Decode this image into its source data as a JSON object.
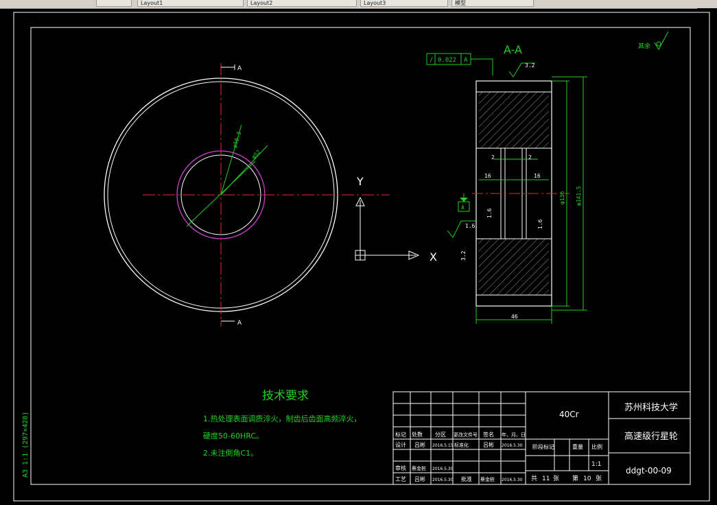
{
  "tabs": [
    "",
    "Layout1",
    "Layout2",
    "Layout3",
    "模型"
  ],
  "section_label": "A-A",
  "section_marks": {
    "top": "A",
    "bottom": "A"
  },
  "tolerance": {
    "symbol": "/",
    "value": "0.022",
    "datum": "A"
  },
  "datum_label": "A",
  "roughness": {
    "top": "3.2",
    "left": "1.6",
    "inner_left": "1.6",
    "inner_right": "1.6",
    "bottom_left": "3.2",
    "other_label": "其余"
  },
  "dims": {
    "d_inner": "φ50.3",
    "d_outer": "φ52",
    "slot_w1": "2",
    "slot_w2": "2",
    "len_left": "16",
    "len_right": "16",
    "d_mid": "φ136",
    "d_max": "φ141.5",
    "width": "46"
  },
  "ucs": {
    "x": "X",
    "y": "Y"
  },
  "requirements": {
    "title": "技术要求",
    "line1": "1.热处理表面调质淬火，制齿后齿面高频淬火，",
    "line2": "硬度50-60HRC。",
    "line3": "2.未注倒角C1。"
  },
  "side_label": "A3 1:1 (297×420)",
  "title_block": {
    "material": "40Cr",
    "university": "苏州科技大学",
    "part_name": "高速级行星轮",
    "drawing_no": "ddgt-00-09",
    "row_headers": [
      "标记",
      "处数",
      "分区",
      "更改文件号",
      "签名",
      "年、月、日"
    ],
    "design_row": [
      "设计",
      "吕彬",
      "2016.5.15",
      "标准化",
      "吕彬",
      "2016.5.30"
    ],
    "review_row": [
      "审核",
      "蔡金桩",
      "2016.5.30"
    ],
    "process_row": [
      "工艺",
      "吕彬",
      "2016.5.30",
      "批准",
      "蔡金桩",
      "2016.5.30"
    ],
    "stage_label": "阶段标记",
    "weight_label": "重量",
    "scale_label": "比例",
    "scale_value": "1:1",
    "total_label": "共",
    "total_sheets": "11",
    "sheet_unit": "张",
    "page_label": "第",
    "page_number": "10",
    "page_unit": "张"
  }
}
